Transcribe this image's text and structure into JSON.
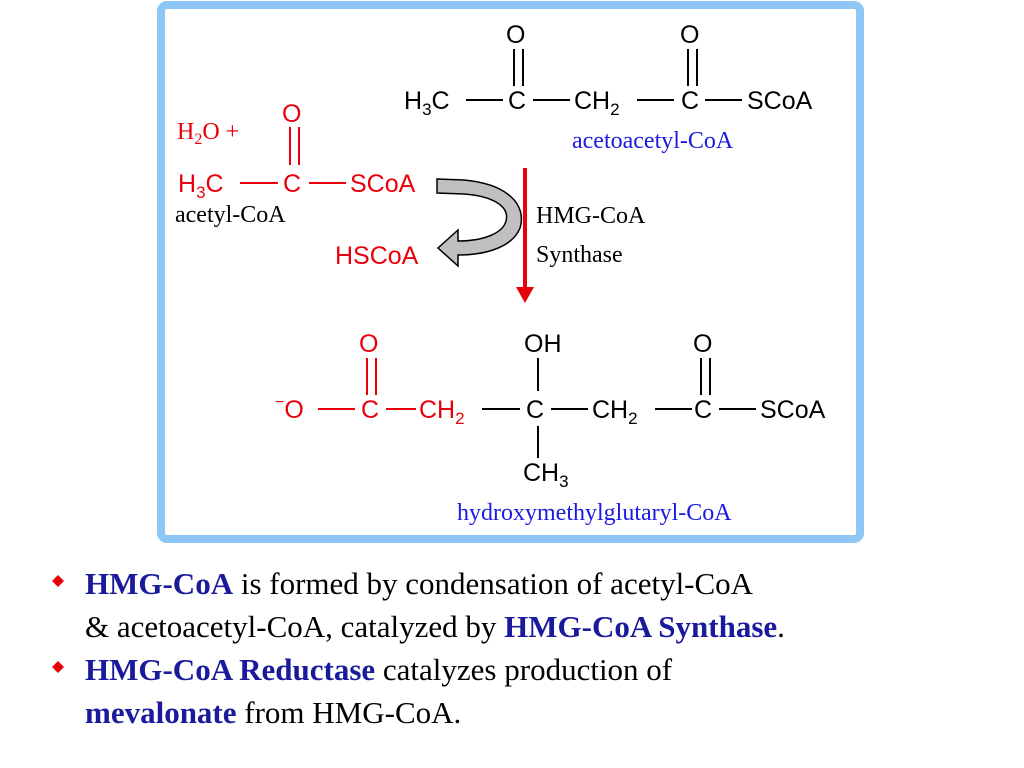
{
  "colors": {
    "frame": "#8ec6f5",
    "black": "#000000",
    "red": "#e8000b",
    "blue": "#1a1ae0",
    "navy": "#1a1a9c",
    "arrow": "#e8000b",
    "curved_arrow_fill": "#c0c0c0"
  },
  "acetoacetyl": {
    "o1": "O",
    "o2": "O",
    "h3c": "H",
    "h3c_sub": "3",
    "h3c_c": "C",
    "c1": "C",
    "ch2": "CH",
    "ch2_sub": "2",
    "c2": "C",
    "scoa": "SCoA",
    "label": "acetoacetyl-CoA"
  },
  "acetyl": {
    "water": "H",
    "water_sub": "2",
    "water_rest": "O +",
    "o": "O",
    "h3c": "H",
    "h3c_sub": "3",
    "h3c_c": "C",
    "c": "C",
    "scoa": "SCoA",
    "label": "acetyl-CoA"
  },
  "hscoa": "HSCoA",
  "enzyme": {
    "line1": "HMG-CoA",
    "line2": "Synthase"
  },
  "hmg": {
    "charge": "−",
    "o_minus": "O",
    "c1": "C",
    "o1": "O",
    "ch2a": "CH",
    "ch2a_sub": "2",
    "oh": "OH",
    "c2": "C",
    "ch3": "CH",
    "ch3_sub": "3",
    "ch2b": "CH",
    "ch2b_sub": "2",
    "c3": "C",
    "o3": "O",
    "scoa": "SCoA",
    "label": "hydroxymethylglutaryl-CoA"
  },
  "bullets": [
    {
      "bold1": "HMG-CoA",
      "text1": " is formed by condensation of acetyl-CoA",
      "text2": "& acetoacetyl-CoA, catalyzed by ",
      "bold2": "HMG-CoA Synthase",
      "text3": "."
    },
    {
      "bold1": "HMG-CoA Reductase",
      "text1": " catalyzes production of",
      "bold2": "mevalonate",
      "text2": " from HMG-CoA."
    }
  ]
}
